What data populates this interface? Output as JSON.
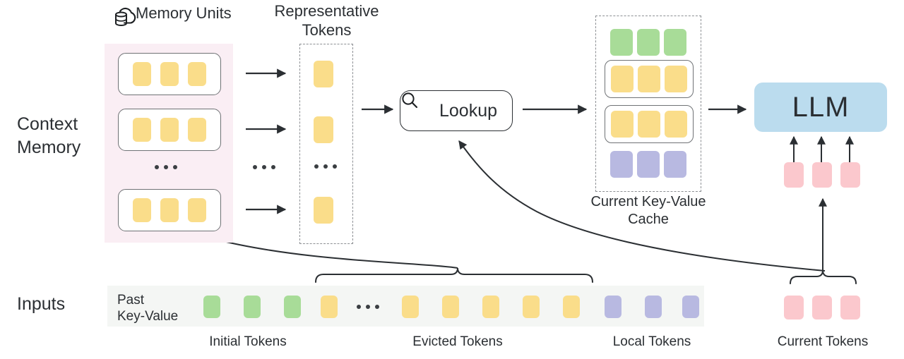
{
  "diagram": {
    "title_memory_units": "Memory Units",
    "title_representative_tokens": "Representative\nTokens",
    "title_kv_cache": "Current Key-Value\nCache",
    "label_context_memory": "Context\nMemory",
    "label_inputs": "Inputs",
    "label_past_key_value": "Past\nKey-Value",
    "lookup_label": "Lookup",
    "llm_label": "LLM",
    "ellipsis": "...",
    "icons": {
      "cloud_database": "cloud-database-icon",
      "search": "search-icon"
    },
    "captions": [
      {
        "name": "initial-tokens",
        "text": "Initial Tokens"
      },
      {
        "name": "evicted-tokens",
        "text": "Evicted Tokens"
      },
      {
        "name": "local-tokens",
        "text": "Local Tokens"
      },
      {
        "name": "current-tokens",
        "text": "Current Tokens"
      }
    ],
    "memory_units": [
      {
        "tokens": [
          "y",
          "y",
          "y"
        ]
      },
      {
        "tokens": [
          "y",
          "y",
          "y"
        ]
      },
      {
        "tokens": [
          "y",
          "y",
          "y"
        ]
      }
    ],
    "representative_tokens": [
      "y",
      "y",
      "y"
    ],
    "kv_cache_rows": [
      {
        "kind": "plain",
        "tokens": [
          "g",
          "g",
          "g"
        ]
      },
      {
        "kind": "unit",
        "tokens": [
          "y",
          "y",
          "y"
        ]
      },
      {
        "kind": "unit",
        "tokens": [
          "y",
          "y",
          "y"
        ]
      },
      {
        "kind": "plain",
        "tokens": [
          "p",
          "p",
          "p"
        ]
      }
    ],
    "llm_input_tokens": [
      "k",
      "k",
      "k"
    ],
    "input_sequence": [
      "g",
      "g",
      "g",
      "y",
      "ellipsis",
      "y",
      "y",
      "y",
      "y",
      "y",
      "p",
      "p",
      "p"
    ],
    "current_tokens": [
      "k",
      "k",
      "k"
    ],
    "colors": {
      "token_yellow": "#fadd8a",
      "token_green": "#a8dc98",
      "token_purple": "#b8b9e1",
      "token_pink": "#fbc8cd",
      "llm_blue": "#bbdcee",
      "memory_bg": "#faeef4",
      "inputs_bg": "#f4f6f4",
      "stroke": "#2b2f33",
      "dashed_stroke": "#8c8f93"
    }
  }
}
